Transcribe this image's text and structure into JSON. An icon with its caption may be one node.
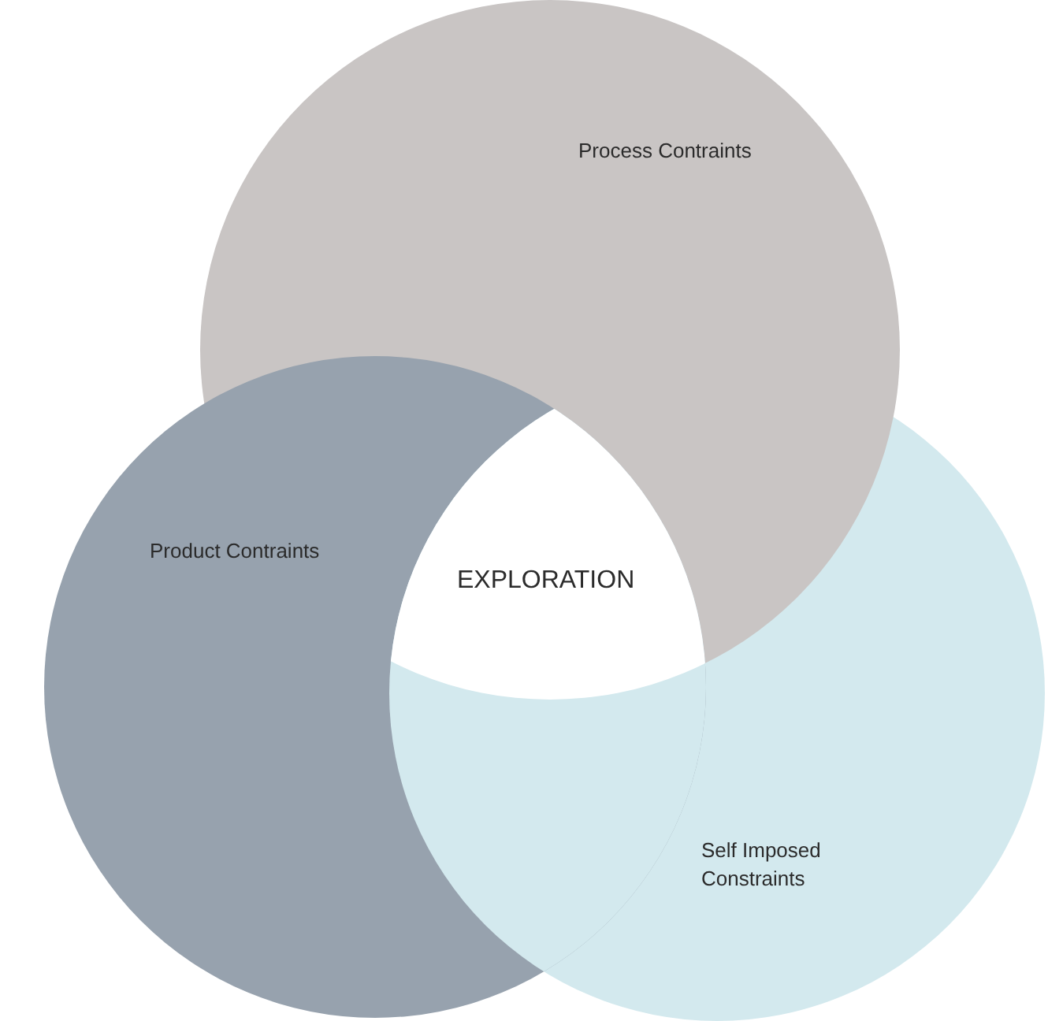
{
  "diagram": {
    "nodes": [
      {
        "text": [
          "Process Contraints"
        ]
      },
      {
        "text": [
          "Product Contraints"
        ]
      },
      {
        "text": [
          "Self Imposed Constraints"
        ]
      }
    ],
    "labels": [
      "EXPLORATION"
    ]
  }
}
